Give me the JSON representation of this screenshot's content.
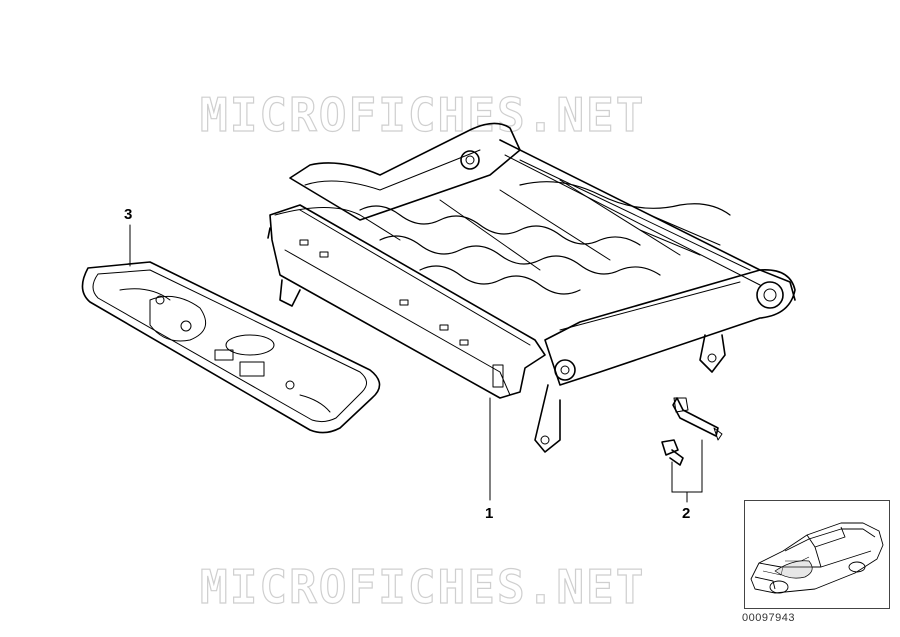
{
  "watermarks": {
    "top": "MICROFICHES.NET",
    "bottom": "MICROFICHES.NET"
  },
  "callouts": {
    "part_1": "1",
    "part_2": "2",
    "part_3": "3"
  },
  "thumbnail": {
    "code": "00097943",
    "icon": "car-sedan-icon"
  },
  "colors": {
    "line": "#000000",
    "watermark": "#cfcfcf"
  }
}
